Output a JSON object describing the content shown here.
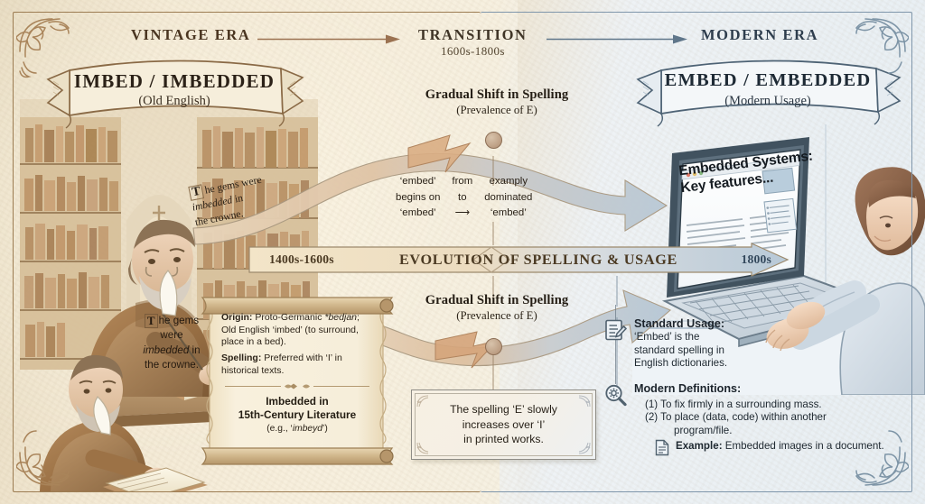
{
  "header": {
    "eras": [
      {
        "label": "VINTAGE ERA",
        "sub": ""
      },
      {
        "label": "TRANSITION",
        "sub": "1600s-1800s"
      },
      {
        "label": "MODERN ERA",
        "sub": ""
      }
    ]
  },
  "banners": {
    "left": {
      "title": "IMBED / IMBEDDED",
      "sub": "(Old English)"
    },
    "right": {
      "title": "EMBED / EMBEDDED",
      "sub": "(Modern Usage)"
    }
  },
  "sash": {
    "left_date": "1400s-1600s",
    "title": "EVOLUTION OF SPELLING & USAGE",
    "right_date": "1800s"
  },
  "mid": {
    "shift_top": {
      "title": "Gradual Shift in Spelling",
      "sub": "(Prevalence of E)"
    },
    "shift_bottom": {
      "title": "Gradual Shift in Spelling",
      "sub": "(Prevalence of E)"
    }
  },
  "wordgrid": {
    "r1c1": "‘embed’",
    "r1c2": "from",
    "r1c3": "examply",
    "r2c1": "begins on",
    "r2c2": "to",
    "r2c3": "dominated",
    "r3c1": "‘embed’",
    "r3c2": "⟶",
    "r3c3": "‘embed’"
  },
  "manuscript_quote": {
    "dropcap": "T",
    "line1": "he gems",
    "line2": "were",
    "line3_italic": "imbedded",
    "line3_rest": " in",
    "line4": "the crowne."
  },
  "book_quote": {
    "dropcap": "T",
    "line1": "he gems were",
    "line2_italic": "imbedded",
    "line2_rest": " in",
    "line3": "the crowne."
  },
  "scroll": {
    "origin_label": "Origin:",
    "origin_text": " Proto-Germanic ",
    "origin_italic": "*bedjan",
    "origin_text2": "; Old English ‘imbed’ (to surround, place in a bed).",
    "spelling_label": "Spelling:",
    "spelling_text": " Preferred with ‘I’ in historical texts.",
    "foot_line1": "Imbedded in",
    "foot_line2": "15th-Century Literature",
    "foot_eg_pre": "(e.g., ‘",
    "foot_eg_italic": "imbeyd",
    "foot_eg_post": "’)"
  },
  "notebox": {
    "line1": "The spelling ‘E’ slowly",
    "line2": "increases over ‘I’",
    "line3": "in printed works."
  },
  "laptop": {
    "headline1": "Embedded Systems:",
    "headline2": "Key features..."
  },
  "right_info": {
    "standard_usage_title": "Standard Usage:",
    "standard_usage_text": "‘Embed’ is the standard spelling in English dictionaries.",
    "modern_definitions_title": "Modern Definitions:",
    "definition_1": "(1) To fix firmly in a surrounding mass.",
    "definition_2": "(2) To place (data, code) within another",
    "definition_2_cont": "program/file.",
    "example_label": "Example:",
    "example_text": " Embedded images in a document."
  },
  "colors": {
    "vintage_bg": "#f3e9d4",
    "modern_bg": "#eaf0f4",
    "vintage_frame": "#9c7c52",
    "modern_frame": "#7f96ab",
    "ink_dark": "#241d14",
    "sash_ink": "#4b3a23"
  }
}
